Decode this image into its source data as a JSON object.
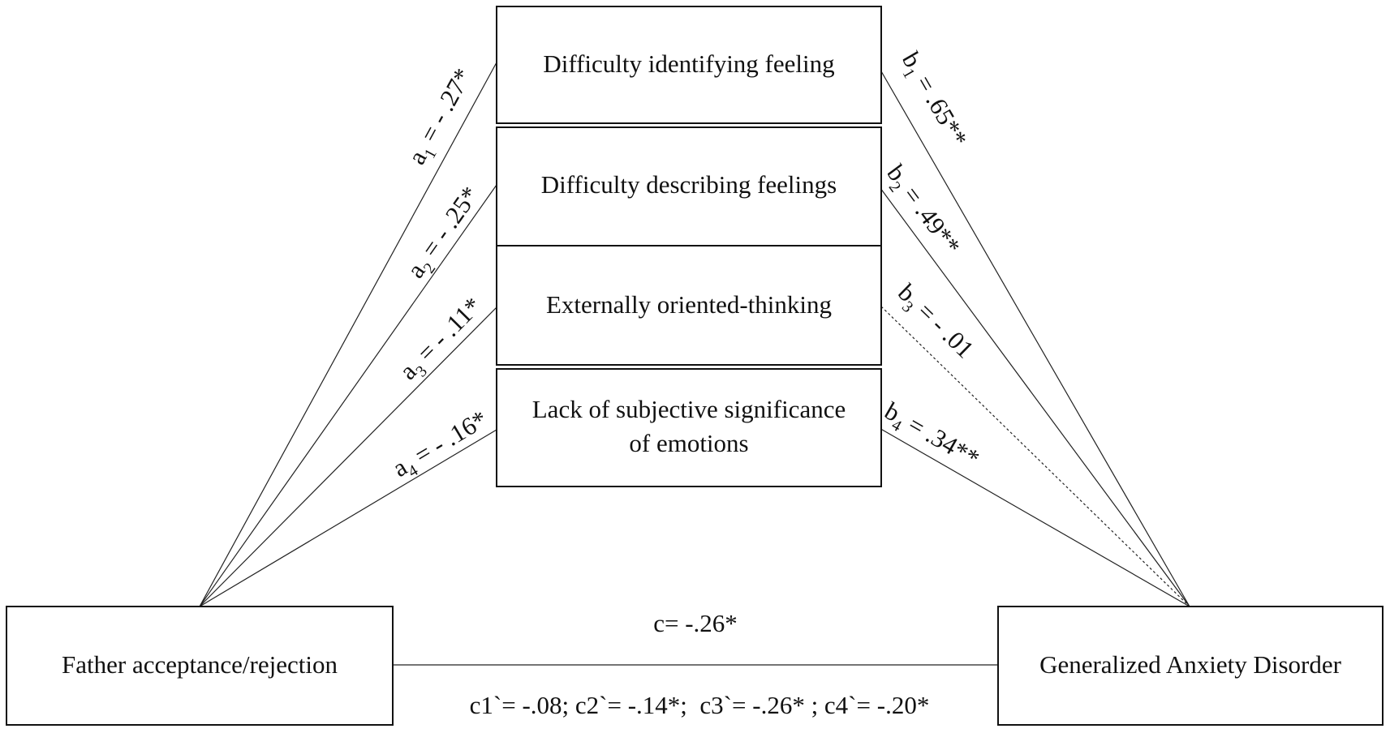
{
  "mediators": [
    {
      "label": "Difficulty identifying feeling"
    },
    {
      "label": "Difficulty describing feelings"
    },
    {
      "label": "Externally oriented-thinking"
    },
    {
      "label_line1": "Lack of subjective significance",
      "label_line2": "of emotions"
    }
  ],
  "predictor": {
    "label": "Father acceptance/rejection"
  },
  "outcome": {
    "label": "Generalized Anxiety Disorder"
  },
  "a_paths": [
    {
      "sym": "a",
      "sub": "1",
      "value": " = - .27*"
    },
    {
      "sym": "a",
      "sub": "2",
      "value": " = - .25*"
    },
    {
      "sym": "a",
      "sub": "3",
      "value": " = - .11*"
    },
    {
      "sym": "a",
      "sub": "4",
      "value": " = - .16*"
    }
  ],
  "b_paths": [
    {
      "sym": "b",
      "sub": "1",
      "value": " = .65**"
    },
    {
      "sym": "b",
      "sub": "2",
      "value": " = .49**"
    },
    {
      "sym": "b",
      "sub": "3",
      "value": " = - .01"
    },
    {
      "sym": "b",
      "sub": "4",
      "value": " = .34**"
    }
  ],
  "direct_path": {
    "label": "c= -.26*"
  },
  "indirect_summary": {
    "label": "c1`= -.08; c2`= -.14*;  c3`= -.26* ; c4`= -.20*"
  },
  "colors": {
    "line": "#222222",
    "box_border": "#111111",
    "text": "#111111"
  }
}
